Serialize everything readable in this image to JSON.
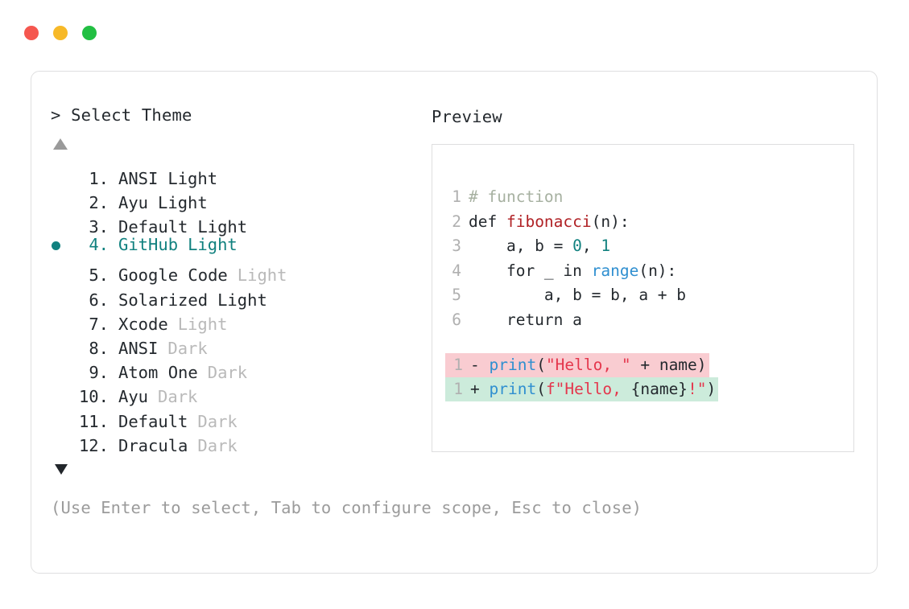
{
  "window": {
    "dots": [
      {
        "name": "close",
        "color": "#f5574f"
      },
      {
        "name": "minimize",
        "color": "#f7b928"
      },
      {
        "name": "maximize",
        "color": "#22bf43"
      }
    ]
  },
  "chooser": {
    "caret": ">",
    "prompt": "Select Theme",
    "scroll_up_indicator": "▲",
    "scroll_down_indicator": "▼",
    "selected_index": 4,
    "items": [
      {
        "index": "1.",
        "name": "ANSI",
        "suffix": "Light",
        "suffix_muted": false,
        "selected": false
      },
      {
        "index": "2.",
        "name": "Ayu",
        "suffix": "Light",
        "suffix_muted": false,
        "selected": false
      },
      {
        "index": "3.",
        "name": "Default",
        "suffix": "Light",
        "suffix_muted": false,
        "selected": false
      },
      {
        "index": "4.",
        "name": "GitHub",
        "suffix": "Light",
        "suffix_muted": false,
        "selected": true
      },
      {
        "index": "5.",
        "name": "Google Code",
        "suffix": "Light",
        "suffix_muted": true,
        "selected": false
      },
      {
        "index": "6.",
        "name": "Solarized",
        "suffix": "Light",
        "suffix_muted": false,
        "selected": false
      },
      {
        "index": "7.",
        "name": "Xcode",
        "suffix": "Light",
        "suffix_muted": true,
        "selected": false
      },
      {
        "index": "8.",
        "name": "ANSI",
        "suffix": "Dark",
        "suffix_muted": true,
        "selected": false
      },
      {
        "index": "9.",
        "name": "Atom One",
        "suffix": "Dark",
        "suffix_muted": true,
        "selected": false
      },
      {
        "index": "10.",
        "name": "Ayu",
        "suffix": "Dark",
        "suffix_muted": true,
        "selected": false
      },
      {
        "index": "11.",
        "name": "Default",
        "suffix": "Dark",
        "suffix_muted": true,
        "selected": false
      },
      {
        "index": "12.",
        "name": "Dracula",
        "suffix": "Dark",
        "suffix_muted": true,
        "selected": false
      }
    ]
  },
  "preview": {
    "title": "Preview",
    "code_lines": [
      {
        "number": "1",
        "tokens": [
          {
            "t": "# function",
            "c": "comment"
          }
        ]
      },
      {
        "number": "2",
        "tokens": [
          {
            "t": "def ",
            "c": "keyword"
          },
          {
            "t": "fibonacci",
            "c": "func"
          },
          {
            "t": "(n):",
            "c": "plain"
          }
        ]
      },
      {
        "number": "3",
        "tokens": [
          {
            "t": "    a, b = ",
            "c": "plain"
          },
          {
            "t": "0",
            "c": "number"
          },
          {
            "t": ", ",
            "c": "plain"
          },
          {
            "t": "1",
            "c": "number"
          }
        ]
      },
      {
        "number": "4",
        "tokens": [
          {
            "t": "    for _ in ",
            "c": "plain"
          },
          {
            "t": "range",
            "c": "builtin"
          },
          {
            "t": "(n):",
            "c": "plain"
          }
        ]
      },
      {
        "number": "5",
        "tokens": [
          {
            "t": "        a, b = b, a + b",
            "c": "plain"
          }
        ]
      },
      {
        "number": "6",
        "tokens": [
          {
            "t": "    return a",
            "c": "plain"
          }
        ]
      }
    ],
    "diff_lines": [
      {
        "number": "1",
        "marker": "-",
        "kind": "removed",
        "tokens": [
          {
            "t": "print",
            "c": "call"
          },
          {
            "t": "(",
            "c": "plain"
          },
          {
            "t": "\"Hello, \"",
            "c": "string"
          },
          {
            "t": " + name)",
            "c": "plain"
          }
        ]
      },
      {
        "number": "1",
        "marker": "+",
        "kind": "added",
        "tokens": [
          {
            "t": "print",
            "c": "call"
          },
          {
            "t": "(",
            "c": "plain"
          },
          {
            "t": "f\"Hello, ",
            "c": "string"
          },
          {
            "t": "{name}",
            "c": "plain"
          },
          {
            "t": "!\"",
            "c": "string"
          },
          {
            "t": ")",
            "c": "plain"
          }
        ]
      }
    ]
  },
  "footer": {
    "hint": "(Use Enter to select, Tab to configure scope, Esc to close)"
  },
  "colors": {
    "accent": "#11817f",
    "text": "#24292e",
    "muted": "#b9b9b9",
    "diff_removed_bg": "#f9ccd1",
    "diff_added_bg": "#ccebdb",
    "border": "#dfdfe0"
  }
}
